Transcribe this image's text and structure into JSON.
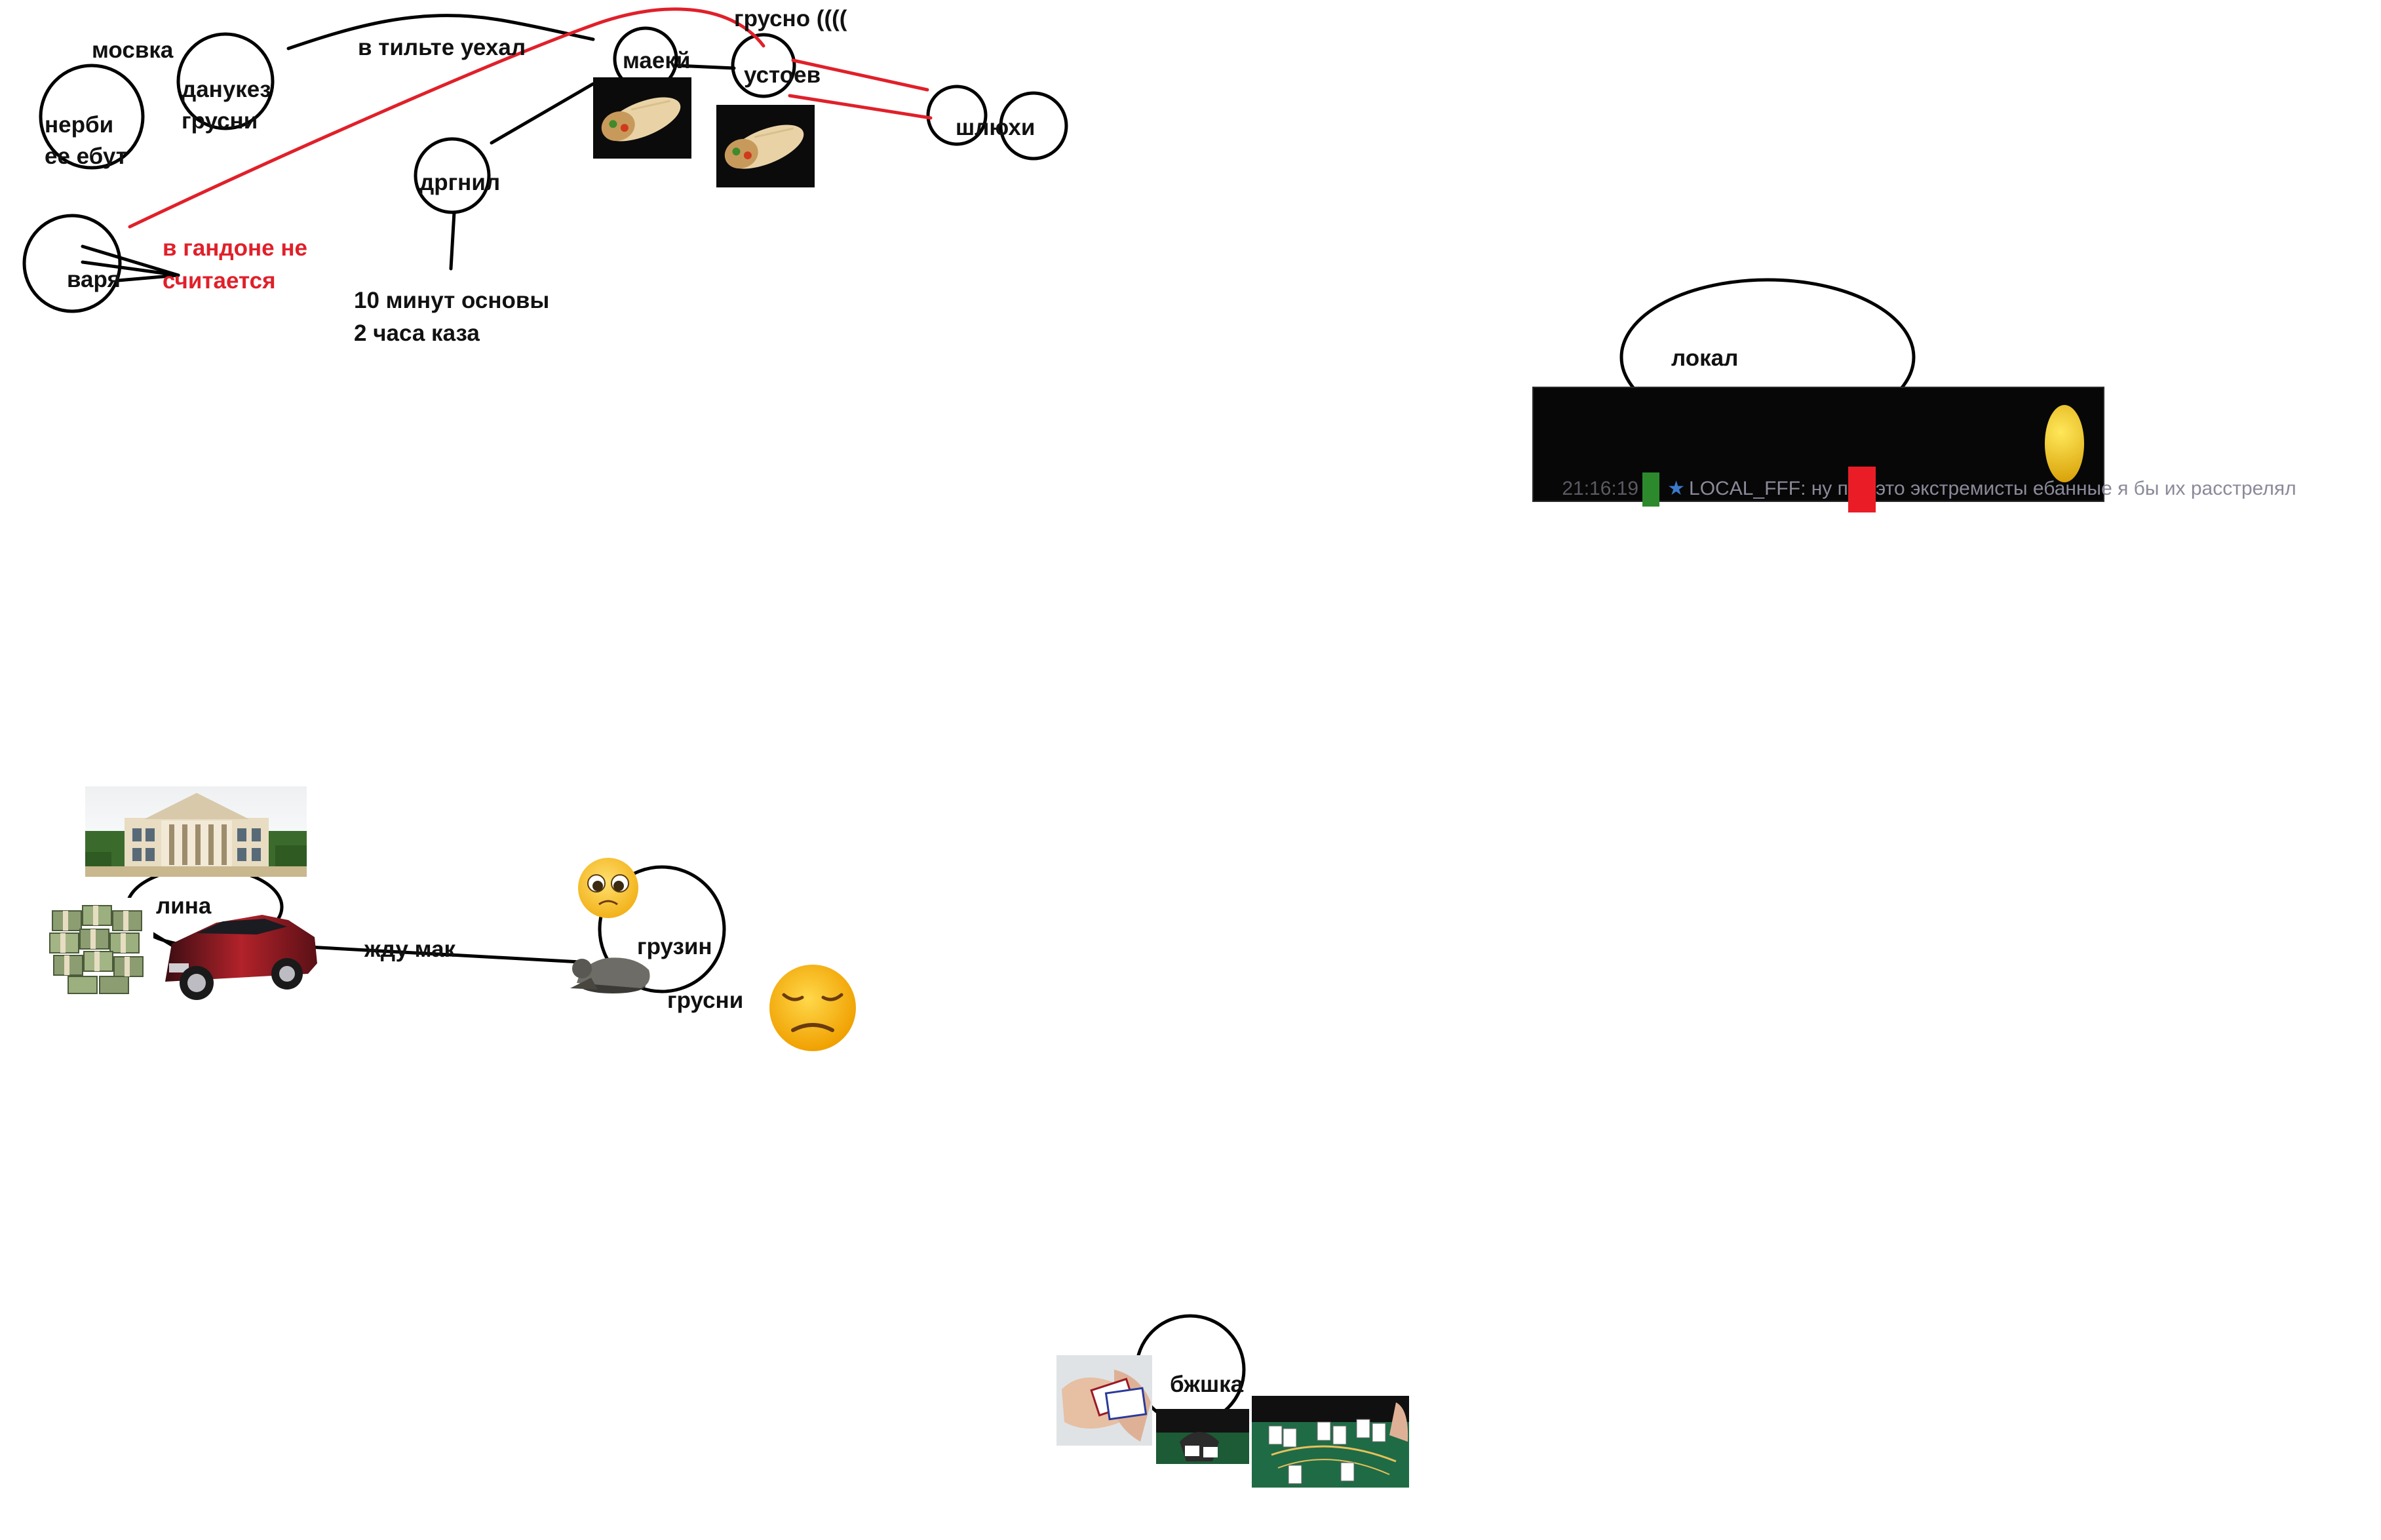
{
  "labels": {
    "mosvka": "мосвка",
    "nerbi": "нерби",
    "ee_ebut": "ее ебут",
    "danukez": "данукез",
    "grusni_1": "грусни",
    "v_tilte": "в тильте уехал",
    "maekj": "маекй",
    "grusno": "грусно ((((",
    "ustoev": "устоев",
    "shlyukhi": "шлюхи",
    "drgnil": "дргнил",
    "varya": "варя",
    "v_gandone_1": "в гандоне не",
    "v_gandone_2": "считается",
    "osnovy_1": "10 минут основы",
    "osnovy_2": "2 часа каза",
    "lokal": "локал",
    "lina": "лина",
    "zhdu_mak": "жду мак",
    "gruzin": "грузин",
    "grusni_2": "грусни",
    "bzhshka": "бжшка"
  },
  "chat": {
    "time": "21:16:19",
    "message_start": "LOCAL_FFF: ну п",
    "message_end": "это экстремисты ебанные я бы их расстрелял"
  },
  "colors": {
    "ink": "#111111",
    "red_accent": "#e0202a",
    "chat_bg": "#070707",
    "censor": "#ea1d26"
  }
}
